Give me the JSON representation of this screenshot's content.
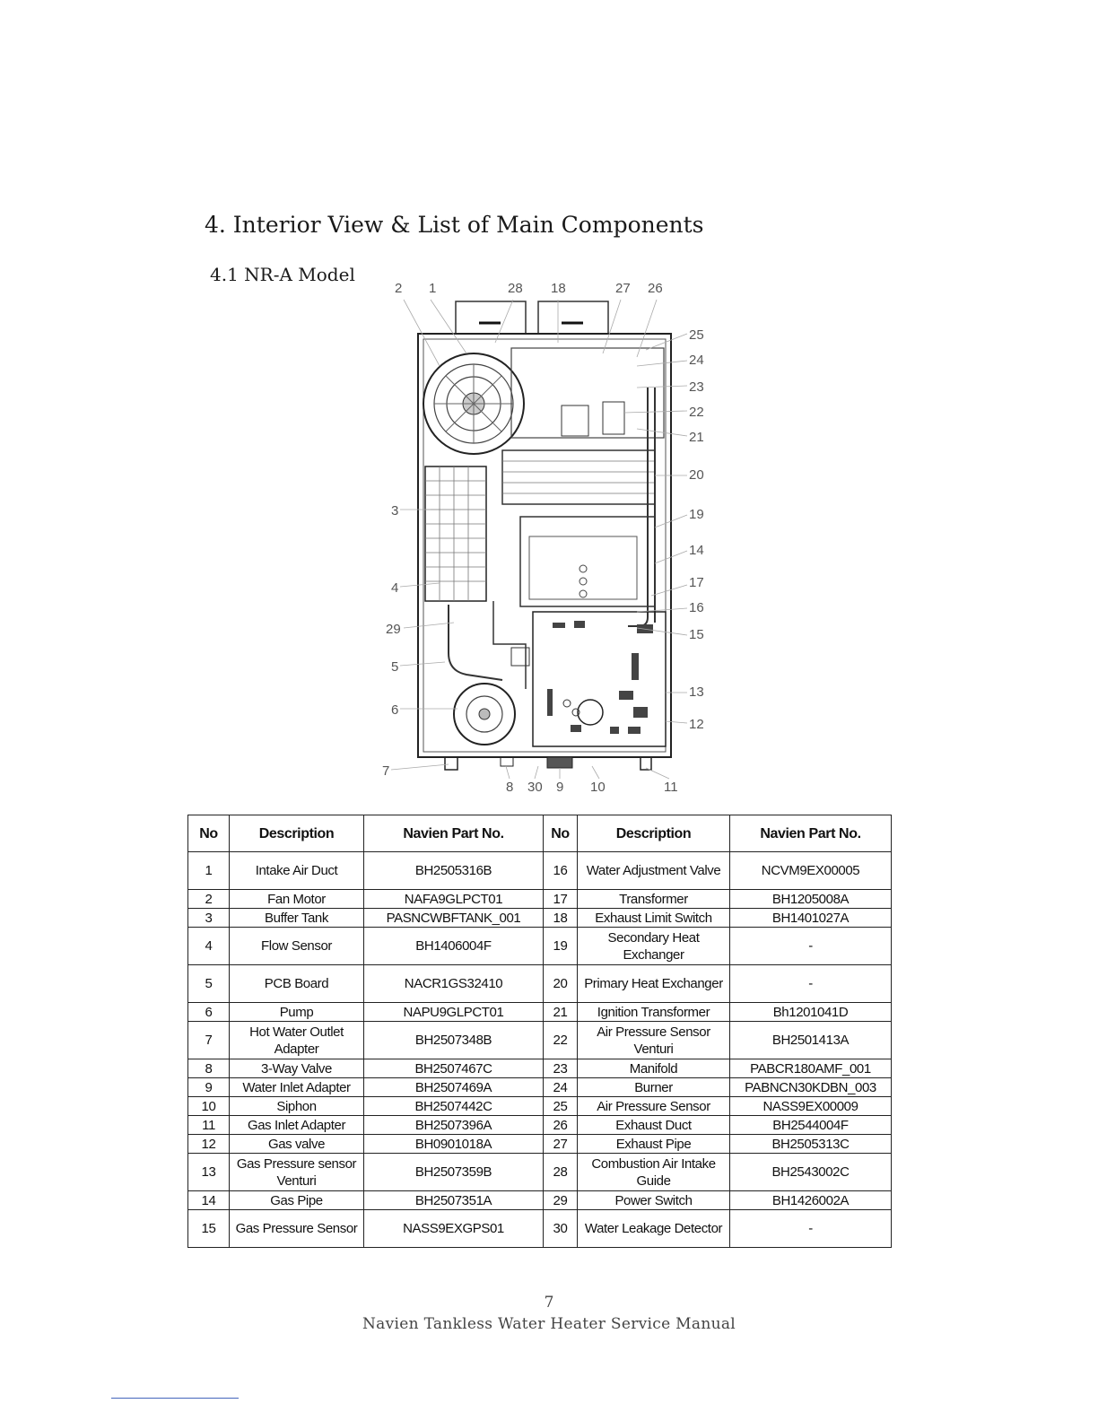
{
  "heading": "4. Interior View & List of Main Components",
  "subheading": "4.1 NR-A Model",
  "diagram": {
    "callouts_top": [
      "2",
      "1",
      "28",
      "18",
      "27",
      "26"
    ],
    "callouts_left": [
      "3",
      "4",
      "29",
      "5",
      "6",
      "7"
    ],
    "callouts_right": [
      "25",
      "24",
      "23",
      "22",
      "21",
      "20",
      "19",
      "14",
      "17",
      "16",
      "15",
      "13",
      "12"
    ],
    "callouts_bottom": [
      "8",
      "30",
      "9",
      "10",
      "11"
    ]
  },
  "table": {
    "headers": [
      "No",
      "Description",
      "Navien Part No.",
      "No",
      "Description",
      "Navien Part No."
    ],
    "rows": [
      [
        "1",
        "Intake Air Duct",
        "BH2505316B",
        "16",
        "Water Adjustment Valve",
        "NCVM9EX00005"
      ],
      [
        "2",
        "Fan Motor",
        "NAFA9GLPCT01",
        "17",
        "Transformer",
        "BH1205008A"
      ],
      [
        "3",
        "Buffer Tank",
        "PASNCWBFTANK_001",
        "18",
        "Exhaust Limit Switch",
        "BH1401027A"
      ],
      [
        "4",
        "Flow Sensor",
        "BH1406004F",
        "19",
        "Secondary Heat Exchanger",
        "-"
      ],
      [
        "5",
        "PCB Board",
        "NACR1GS32410",
        "20",
        "Primary Heat Exchanger",
        "-"
      ],
      [
        "6",
        "Pump",
        "NAPU9GLPCT01",
        "21",
        "Ignition Transformer",
        "Bh1201041D"
      ],
      [
        "7",
        "Hot Water Outlet Adapter",
        "BH2507348B",
        "22",
        "Air Pressure Sensor Venturi",
        "BH2501413A"
      ],
      [
        "8",
        "3-Way Valve",
        "BH2507467C",
        "23",
        "Manifold",
        "PABCR180AMF_001"
      ],
      [
        "9",
        "Water Inlet Adapter",
        "BH2507469A",
        "24",
        "Burner",
        "PABNCN30KDBN_003"
      ],
      [
        "10",
        "Siphon",
        "BH2507442C",
        "25",
        "Air Pressure Sensor",
        "NASS9EX00009"
      ],
      [
        "11",
        "Gas Inlet Adapter",
        "BH2507396A",
        "26",
        "Exhaust Duct",
        "BH2544004F"
      ],
      [
        "12",
        "Gas valve",
        "BH0901018A",
        "27",
        "Exhaust Pipe",
        "BH2505313C"
      ],
      [
        "13",
        "Gas Pressure sensor Venturi",
        "BH2507359B",
        "28",
        "Combustion Air Intake Guide",
        "BH2543002C"
      ],
      [
        "14",
        "Gas Pipe",
        "BH2507351A",
        "29",
        "Power Switch",
        "BH1426002A"
      ],
      [
        "15",
        "Gas Pressure Sensor",
        "NASS9EXGPS01",
        "30",
        "Water Leakage Detector",
        "-"
      ]
    ]
  },
  "footer": {
    "page_number": "7",
    "title": "Navien Tankless Water Heater Service Manual"
  }
}
